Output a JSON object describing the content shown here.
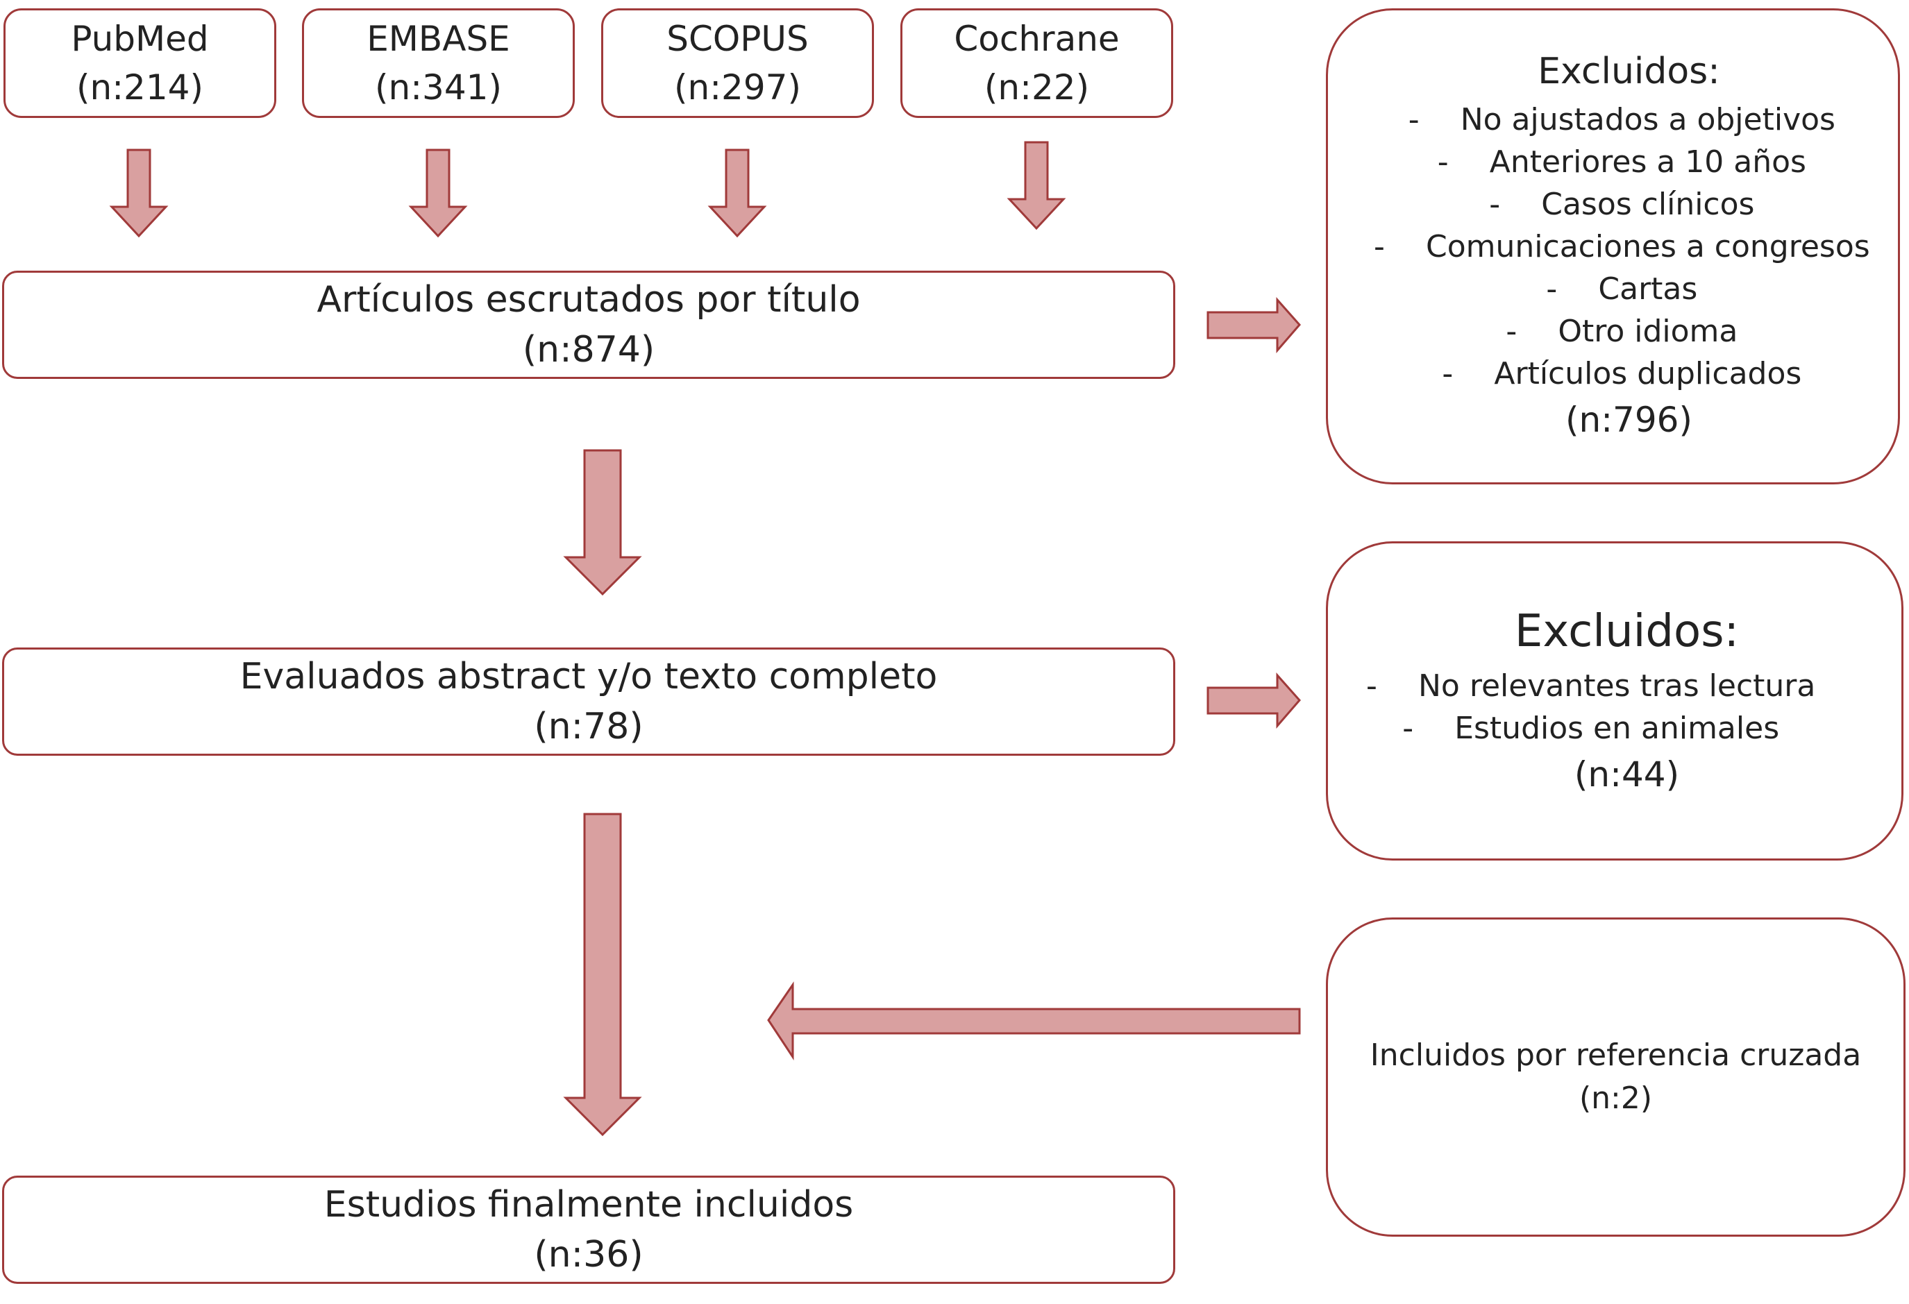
{
  "sources": [
    {
      "name": "PubMed",
      "count": "(n:214)"
    },
    {
      "name": "EMBASE",
      "count": "(n:341)"
    },
    {
      "name": "SCOPUS",
      "count": "(n:297)"
    },
    {
      "name": "Cochrane",
      "count": "(n:22)"
    }
  ],
  "steps": [
    {
      "label": "Artículos escrutados por título",
      "count": "(n:874)"
    },
    {
      "label": "Evaluados abstract y/o texto completo",
      "count": "(n:78)"
    },
    {
      "label": "Estudios finalmente incluidos",
      "count": "(n:36)"
    }
  ],
  "exclusions": [
    {
      "title": "Excluidos:",
      "items": [
        "No ajustados a objetivos",
        "Anteriores a 10 años",
        "Casos clínicos",
        "Comunicaciones a congresos",
        "Cartas",
        "Otro idioma",
        "Artículos duplicados"
      ],
      "total": "(n:796)"
    },
    {
      "title": "Excluidos:",
      "items": [
        "No relevantes tras lectura",
        "Estudios en animales"
      ],
      "total": "(n:44)"
    }
  ],
  "cross_reference": {
    "label": "Incluidos por referencia cruzada",
    "count": "(n:2)"
  },
  "bullet": "-",
  "colors": {
    "border": "#a03a3a",
    "arrow_fill": "#d9a0a0",
    "arrow_stroke": "#a03a3a",
    "text": "#222222"
  }
}
